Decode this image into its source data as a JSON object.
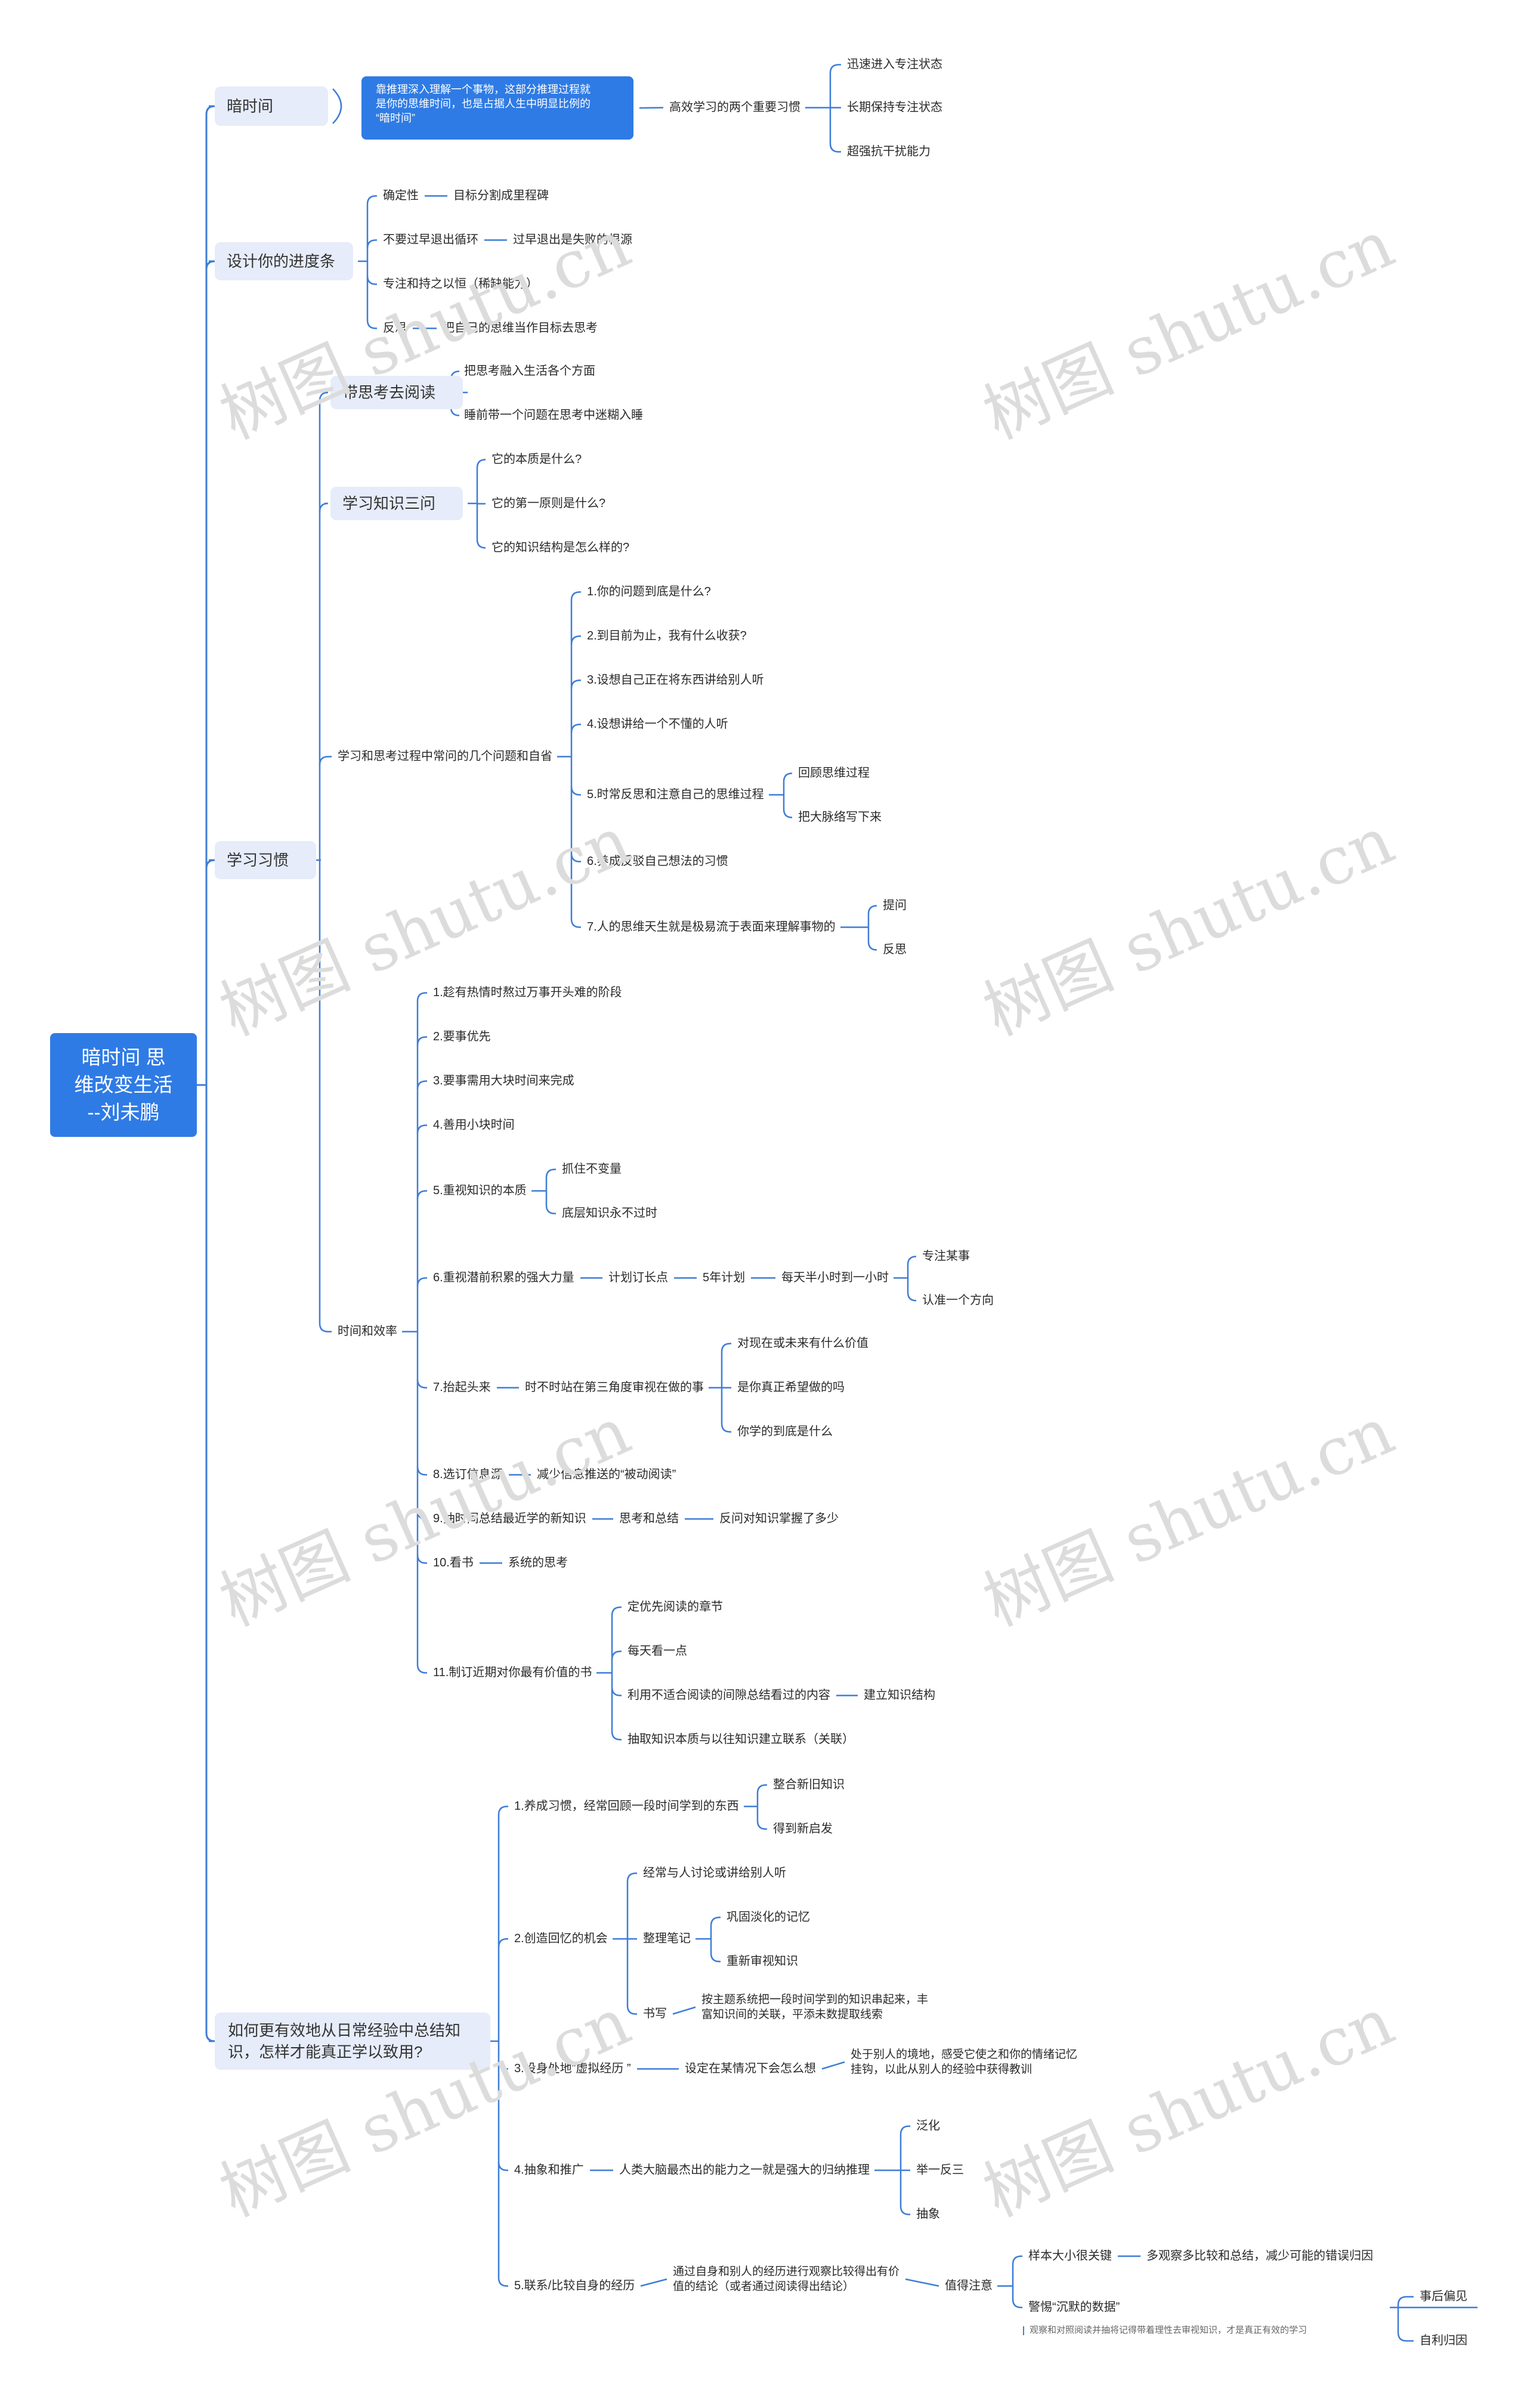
{
  "root": "暗时间 思\n维改变生活\n--刘未鹏",
  "watermark": "树图 shutu.cn",
  "b1": {
    "label": "暗时间",
    "callout": "靠推理深入理解一个事物，这部分推理过程就\n是你的思维时间，也是占据人生中明显比例的\n“暗时间”",
    "habit": "高效学习的两个重要习惯",
    "habits": [
      "迅速进入专注状态",
      "长期保持专注状态",
      "超强抗干扰能力"
    ]
  },
  "b2": {
    "label": "设计你的进度条",
    "items": [
      [
        "确定性",
        "目标分割成里程碑"
      ],
      [
        "不要过早退出循环",
        "过早退出是失败的根源"
      ],
      [
        "专注和持之以恒（稀缺能力）",
        ""
      ],
      [
        "反思",
        "把自己的思维当作目标去思考"
      ]
    ]
  },
  "b3": {
    "label": "学习习惯",
    "s1": {
      "label": "带思考去阅读",
      "items": [
        "把思考融入生活各个方面",
        "睡前带一个问题在思考中迷糊入睡"
      ]
    },
    "s2": {
      "label": "学习知识三问",
      "items": [
        "它的本质是什么?",
        "它的第一原则是什么?",
        "它的知识结构是怎么样的?"
      ]
    },
    "s3": {
      "label": "学习和思考过程中常问的几个问题和自省",
      "items": [
        "1.你的问题到底是什么?",
        "2.到目前为止，我有什么收获?",
        "3.设想自己正在将东西讲给别人听",
        "4.设想讲给一个不懂的人听",
        "5.时常反思和注意自己的思维过程",
        "6.养成反驳自己想法的习惯",
        "7.人的思维天生就是极易流于表面来理解事物的"
      ],
      "item5": [
        "回顾思维过程",
        "把大脉络写下来"
      ],
      "item7": [
        "提问",
        "反思"
      ]
    },
    "s4": {
      "label": "时间和效率",
      "items": [
        "1.趁有热情时熬过万事开头难的阶段",
        "2.要事优先",
        "3.要事需用大块时间来完成",
        "4.善用小块时间",
        "5.重视知识的本质",
        "6.重视潜前积累的强大力量",
        "7.抬起头来",
        "8.选订信息源",
        "9.抽时间总结最近学的新知识",
        "10.看书",
        "11.制订近期对你最有价值的书"
      ],
      "i5": [
        "抓住不变量",
        "底层知识永不过时"
      ],
      "i6": [
        "计划订长点",
        "5年计划",
        "每天半小时到一小时"
      ],
      "i6c": [
        "专注某事",
        "认准一个方向"
      ],
      "i7": "时不时站在第三角度审视在做的事",
      "i7c": [
        "对现在或未来有什么价值",
        "是你真正希望做的吗",
        "你学的到底是什么"
      ],
      "i8": "减少信息推送的“被动阅读”",
      "i9": [
        "思考和总结",
        "反问对知识掌握了多少"
      ],
      "i10": "系统的思考",
      "i11": [
        "定优先阅读的章节",
        "每天看一点",
        "利用不适合阅读的间隙总结看过的内容",
        "抽取知识本质与以往知识建立联系（关联）"
      ],
      "i11c": "建立知识结构"
    }
  },
  "b4": {
    "label": "如何更有效地从日常经验中总结知\n识，怎样才能真正学以致用?",
    "items": [
      "1.养成习惯，经常回顾一段时间学到的东西",
      "2.创造回忆的机会",
      "3.设身处地”虚拟经历 ”",
      "4.抽象和推广",
      "5.联系/比较自身的经历"
    ],
    "i1": [
      "整合新旧知识",
      "得到新启发"
    ],
    "i2": [
      "经常与人讨论或讲给别人听",
      "整理笔记",
      "书写"
    ],
    "i2b": [
      "巩固淡化的记忆",
      "重新审视知识"
    ],
    "i2c": "按主题系统把一段时间学到的知识串起来，丰\n富知识间的关联，平添未数提取线索",
    "i3": [
      "设定在某情况下会怎么想",
      "处于别人的境地，感受它使之和你的情绪记忆\n挂钩，以此从别人的经验中获得教训"
    ],
    "i4": "人类大脑最杰出的能力之一就是强大的归纳推理",
    "i4c": [
      "泛化",
      "举一反三",
      "抽象"
    ],
    "i5": "通过自身和别人的经历进行观察比较得出有价\n值的结论（或者通过阅读得出结论）",
    "i5b": "值得注意",
    "i5c": [
      "样本大小很关键",
      "警惕“沉默的数据”"
    ],
    "i5d": "多观察多比较和总结，减少可能的错误归因",
    "i5e": [
      "事后偏见",
      "自利归因"
    ],
    "note": "观察和对照阅读并抽将记得带着理性去审视知识，才是真正有效的学习"
  }
}
